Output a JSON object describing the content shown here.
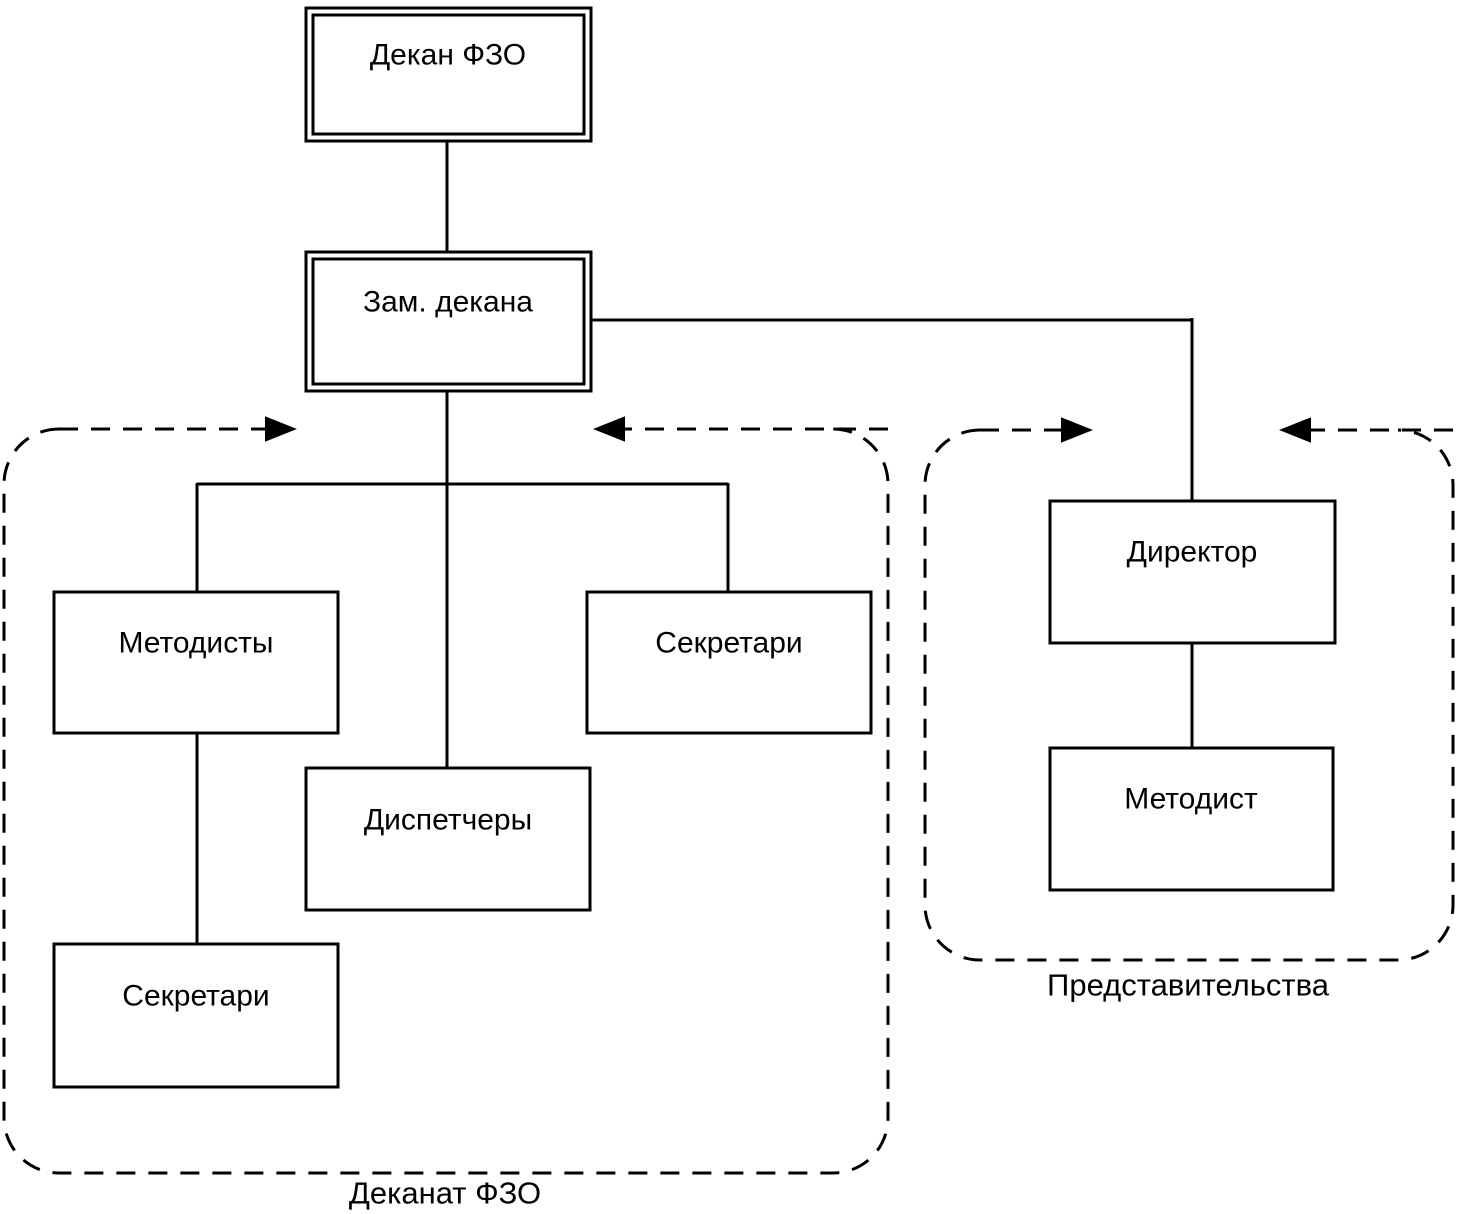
{
  "nodes": {
    "dean": {
      "label": "Декан ФЗО"
    },
    "deputy": {
      "label": "Зам. декана"
    },
    "methodists": {
      "label": "Методисты"
    },
    "secretaries_top": {
      "label": "Секретари"
    },
    "dispatchers": {
      "label": "Диспетчеры"
    },
    "secretaries_bottom": {
      "label": "Секретари"
    },
    "director": {
      "label": "Директор"
    },
    "methodist": {
      "label": "Методист"
    }
  },
  "groups": {
    "dekanat": {
      "label": "Деканат ФЗО"
    },
    "predstavitelstva": {
      "label": "Представительства"
    }
  },
  "colors": {
    "line": "#000000",
    "background": "#ffffff"
  }
}
